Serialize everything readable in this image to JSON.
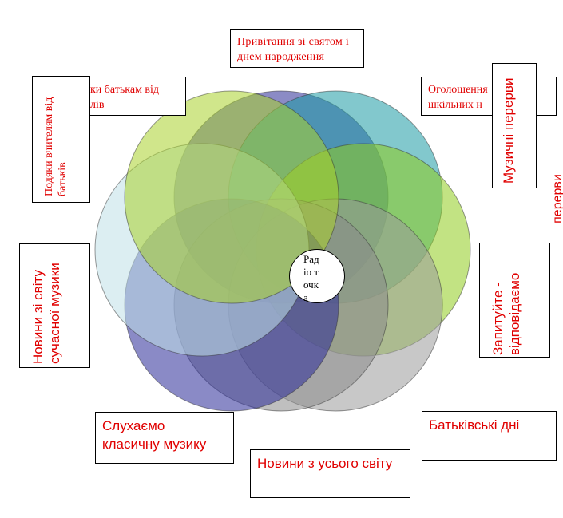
{
  "center_label": "Радіо точка",
  "petals": [
    {
      "color": "#2b2b96",
      "name": "top"
    },
    {
      "color": "#1c9ba4",
      "name": "top-right"
    },
    {
      "color": "#8fcc1e",
      "name": "right"
    },
    {
      "color": "#9a9a9a",
      "name": "bottom-right"
    },
    {
      "color": "#8a8a8a",
      "name": "bottom"
    },
    {
      "color": "#2a2a98",
      "name": "bottom-left"
    },
    {
      "color": "#bfe0e7",
      "name": "left"
    },
    {
      "color": "#a9d12c",
      "name": "top-left"
    }
  ],
  "labels": {
    "greetings": "Привітання зі святом і днем народження",
    "thanks_horizontal": "ки батькам від лів",
    "thanks_vertical": "Подяки вчителям від батьків",
    "announcements": "Оголошення шкільних н",
    "music_breaks_front": "Музичні перерви",
    "music_breaks_back": "перерви",
    "modern_music_news": "Новини зі світу сучасної музики",
    "ask_answer": "Запитуйте - відповідаємо",
    "classical_music": "Слухаємо класичну музику",
    "world_news": "Новини з усього світу",
    "parents_days": "Батьківські дні"
  }
}
